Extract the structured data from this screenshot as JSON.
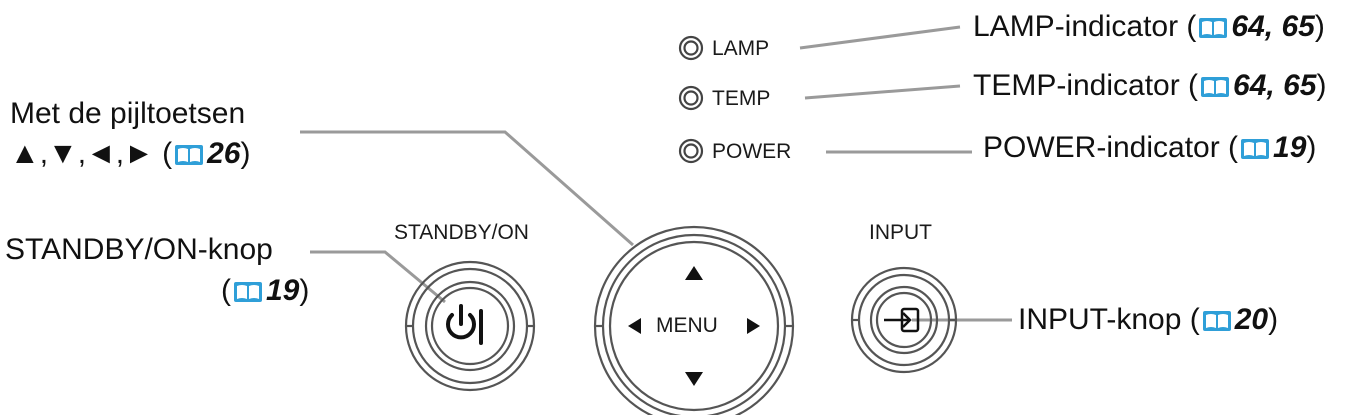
{
  "panel": {
    "indicators": {
      "lamp": "LAMP",
      "temp": "TEMP",
      "power": "POWER"
    },
    "buttons": {
      "standby_label": "STANDBY/ON",
      "input_label": "INPUT",
      "menu_label": "MENU"
    }
  },
  "callouts": {
    "lamp": {
      "text": "LAMP-indicator (",
      "ref": "64, 65",
      "close": ")"
    },
    "temp": {
      "text": "TEMP-indicator (",
      "ref": "64, 65",
      "close": ")"
    },
    "power": {
      "text": "POWER-indicator (",
      "ref": "19",
      "close": ")"
    },
    "arrows": {
      "line1": "Met de pijltoetsen",
      "line2": "▲,▼,◄,► (",
      "ref": "26",
      "close": ")"
    },
    "standby": {
      "line1": "STANDBY/ON-knop",
      "open": "(",
      "ref": "19",
      "close": ")"
    },
    "input": {
      "text": "INPUT-knop  (",
      "ref": "20",
      "close": ")"
    }
  },
  "colors": {
    "book_icon": "#2f9fd8",
    "line": "#9a9a9a",
    "ring": "#555555"
  },
  "icons": {
    "page_ref": "book-icon",
    "power": "power-icon",
    "input": "input-icon",
    "indicator": "led-icon"
  }
}
